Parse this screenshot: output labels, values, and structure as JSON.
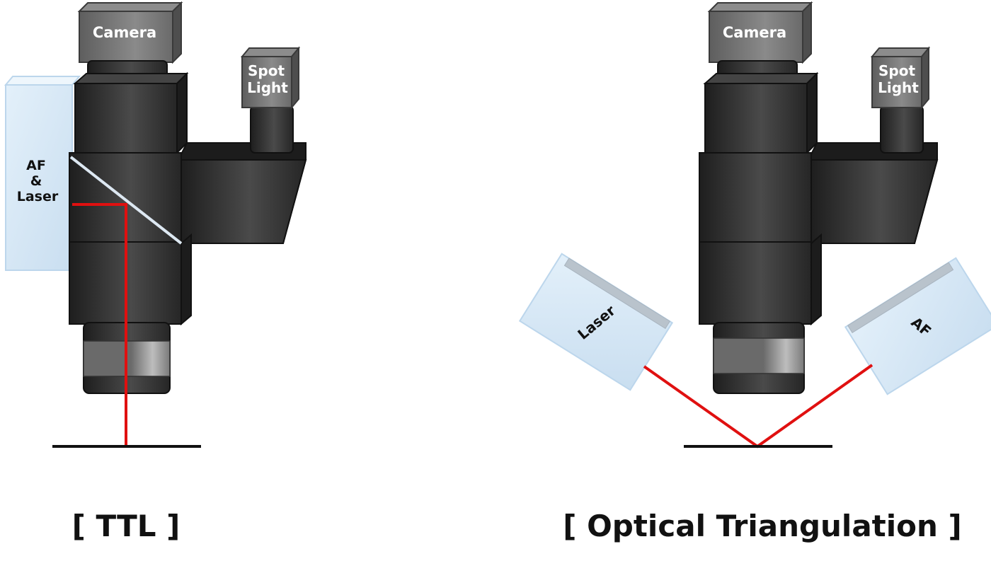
{
  "left": {
    "camera_label": "Camera",
    "spot_line1": "Spot",
    "spot_line2": "Light",
    "af_line1": "AF",
    "af_line2": "&",
    "af_line3": "Laser",
    "caption": "[ TTL ]"
  },
  "right": {
    "camera_label": "Camera",
    "spot_line1": "Spot",
    "spot_line2": "Light",
    "laser_label": "Laser",
    "af_label": "AF",
    "caption": "[ Optical Triangulation ]"
  },
  "colors": {
    "body_dark": "#2c2c2c",
    "camera_gray": "#6e6e6e",
    "module_blue": "#d6e9f7",
    "laser_red": "#e01010",
    "mirror": "#dde8f2"
  }
}
